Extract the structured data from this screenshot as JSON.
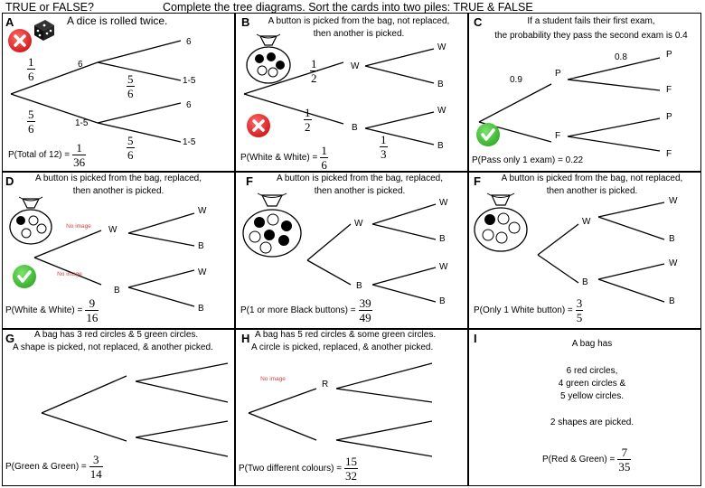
{
  "header": {
    "left": "TRUE or FALSE?",
    "center": "Complete the tree diagrams.   Sort the cards into two piles: TRUE & FALSE"
  },
  "cards": {
    "A": {
      "letter": "A",
      "title": "A dice is rolled twice.",
      "branch_first_top": "1",
      "branch_first_top_den": "6",
      "branch_first_bottom": "5",
      "branch_first_bottom_den": "6",
      "node_top": "6",
      "node_bottom": "1-5",
      "leaf_1": "6",
      "leaf_2": "1-5",
      "leaf_3": "6",
      "leaf_4": "1-5",
      "branch_mid_num": "5",
      "branch_mid_den": "6",
      "branch_low_num": "5",
      "branch_low_den": "6",
      "answer_label": "P(Total of 12) =",
      "answer_num": "1",
      "answer_den": "36",
      "badge": "cross-icon"
    },
    "B": {
      "letter": "B",
      "title_line1": "A button is picked from the bag, not replaced,",
      "title_line2": "then another is picked.",
      "branch_top_num": "1",
      "branch_top_den": "2",
      "branch_bottom_num": "1",
      "branch_bottom_den": "2",
      "node_top": "W",
      "node_bottom": "B",
      "leaf_1": "W",
      "leaf_2": "B",
      "leaf_3": "W",
      "leaf_4": "B",
      "branch_low_num": "1",
      "branch_low_den": "3",
      "answer_label": "P(White & White) =",
      "answer_num": "1",
      "answer_den": "6",
      "badge": "cross-icon"
    },
    "C": {
      "letter": "C",
      "title_line1": "If a student fails their first exam,",
      "title_line2": "the probability they pass the second exam is 0.4",
      "branch_first_top": "0.9",
      "branch_second_top": "0.8",
      "node_top": "P",
      "node_bottom": "F",
      "leaf_1": "P",
      "leaf_2": "F",
      "leaf_3": "P",
      "leaf_4": "F",
      "answer_label": "P(Pass only 1 exam) = 0.22",
      "badge": "check-icon"
    },
    "D": {
      "letter": "D",
      "title_line1": "A button is picked from the bag, replaced,",
      "title_line2": "then another is picked.",
      "no_image_1": "No image",
      "no_image_2": "No image",
      "node_top": "W",
      "node_bottom": "B",
      "leaf_1": "W",
      "leaf_2": "B",
      "leaf_3": "W",
      "leaf_4": "B",
      "answer_label": "P(White & White) =",
      "answer_num": "9",
      "answer_den": "16",
      "badge": "check-icon"
    },
    "E": {
      "letter": "F",
      "title_line1": "A button is picked from the bag, replaced,",
      "title_line2": "then another is picked.",
      "node_top": "W",
      "node_bottom": "B",
      "leaf_1": "W",
      "leaf_2": "B",
      "leaf_3": "W",
      "leaf_4": "B",
      "answer_label": "P(1 or more Black buttons) =",
      "answer_num": "39",
      "answer_den": "49"
    },
    "F": {
      "letter": "F",
      "title_line1": "A button is picked from the bag, not replaced,",
      "title_line2": "then another is picked.",
      "node_top": "W",
      "node_bottom": "B",
      "leaf_1": "W",
      "leaf_2": "B",
      "leaf_3": "W",
      "leaf_4": "B",
      "answer_label": "P(Only 1 White button) =",
      "answer_num": "3",
      "answer_den": "5"
    },
    "G": {
      "letter": "G",
      "title_line1": "A bag has 3 red circles & 5 green circles.",
      "title_line2": "A shape is picked, not replaced, & another picked.",
      "answer_label": "P(Green & Green) =",
      "answer_num": "3",
      "answer_den": "14"
    },
    "H": {
      "letter": "H",
      "title_line1": "A bag has 5 red circles & some green circles.",
      "title_line2": "A circle is picked, replaced, & another picked.",
      "no_image": "No image",
      "node_top": "R",
      "answer_label": "P(Two different colours) =",
      "answer_num": "15",
      "answer_den": "32"
    },
    "I": {
      "letter": "I",
      "line1": "A bag has",
      "line2": "6 red circles,",
      "line3": "4 green circles &",
      "line4": "5 yellow circles.",
      "line5": "2 shapes are picked.",
      "answer_label": "P(Red & Green) =",
      "answer_num": "7",
      "answer_den": "35"
    }
  }
}
